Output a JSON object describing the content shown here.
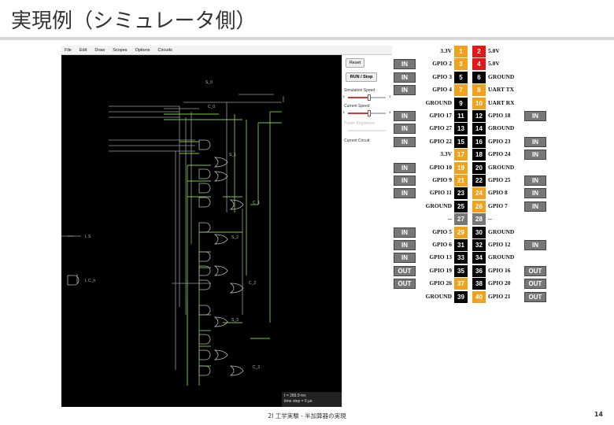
{
  "slide": {
    "title": "実現例（シミュレータ側）",
    "footer": "2I 工学実験 - 半加算器の実現",
    "page": "14"
  },
  "menu": [
    "File",
    "Edit",
    "Draw",
    "Scopes",
    "Options",
    "Circuits"
  ],
  "sidebar": {
    "reset_label": "Reset",
    "run_label": "RUN / Stop",
    "sim_speed_label": "Simulation Speed",
    "current_speed_label": "Current Speed",
    "power_brightness_label": "Power Brightness",
    "current_circuit_label": "Current Circuit:"
  },
  "time": {
    "t": "t = 289.9 ms",
    "step": "time step = 5 µs"
  },
  "circuit_labels": {
    "s0": "S_0",
    "c0": "C_0",
    "s1": "S_1",
    "c1": "C_1",
    "s2": "S_2",
    "c2": "C_2",
    "s3": "S_3",
    "c3": "C_3",
    "ls": "L S",
    "lcn": "L C_n"
  },
  "gpio_rows": [
    {
      "left_btn": "",
      "left_name": "3.3V",
      "left_pin": "1",
      "left_color": "orange",
      "right_pin": "2",
      "right_color": "red",
      "right_name": "5.0V",
      "right_btn": ""
    },
    {
      "left_btn": "IN",
      "left_name": "GPIO 2",
      "left_pin": "3",
      "left_color": "orange",
      "right_pin": "4",
      "right_color": "red",
      "right_name": "5.0V",
      "right_btn": ""
    },
    {
      "left_btn": "IN",
      "left_name": "GPIO 3",
      "left_pin": "5",
      "left_color": "black",
      "right_pin": "6",
      "right_color": "black",
      "right_name": "GROUND",
      "right_btn": ""
    },
    {
      "left_btn": "IN",
      "left_name": "GPIO 4",
      "left_pin": "7",
      "left_color": "orange",
      "right_pin": "8",
      "right_color": "orange",
      "right_name": "UART TX",
      "right_btn": ""
    },
    {
      "left_btn": "",
      "left_name": "GROUND",
      "left_pin": "9",
      "left_color": "black",
      "right_pin": "10",
      "right_color": "orange",
      "right_name": "UART RX",
      "right_btn": ""
    },
    {
      "left_btn": "IN",
      "left_name": "GPIO 17",
      "left_pin": "11",
      "left_color": "black",
      "right_pin": "12",
      "right_color": "black",
      "right_name": "GPIO 18",
      "right_btn": "IN"
    },
    {
      "left_btn": "IN",
      "left_name": "GPIO 27",
      "left_pin": "13",
      "left_color": "black",
      "right_pin": "14",
      "right_color": "black",
      "right_name": "GROUND",
      "right_btn": ""
    },
    {
      "left_btn": "IN",
      "left_name": "GPIO 22",
      "left_pin": "15",
      "left_color": "black",
      "right_pin": "16",
      "right_color": "black",
      "right_name": "GPIO 23",
      "right_btn": "IN"
    },
    {
      "left_btn": "",
      "left_name": "3.3V",
      "left_pin": "17",
      "left_color": "orange",
      "right_pin": "18",
      "right_color": "black",
      "right_name": "GPIO 24",
      "right_btn": "IN"
    },
    {
      "left_btn": "IN",
      "left_name": "GPIO 10",
      "left_pin": "19",
      "left_color": "orange",
      "right_pin": "20",
      "right_color": "black",
      "right_name": "GROUND",
      "right_btn": ""
    },
    {
      "left_btn": "IN",
      "left_name": "GPIO 9",
      "left_pin": "21",
      "left_color": "orange",
      "right_pin": "22",
      "right_color": "black",
      "right_name": "GPIO 25",
      "right_btn": "IN"
    },
    {
      "left_btn": "IN",
      "left_name": "GPIO 11",
      "left_pin": "23",
      "left_color": "black",
      "right_pin": "24",
      "right_color": "orange",
      "right_name": "GPIO 8",
      "right_btn": "IN"
    },
    {
      "left_btn": "",
      "left_name": "GROUND",
      "left_pin": "25",
      "left_color": "black",
      "right_pin": "26",
      "right_color": "orange",
      "right_name": "GPIO 7",
      "right_btn": "IN"
    },
    {
      "left_btn": "",
      "left_name": "--",
      "left_pin": "27",
      "left_color": "gray",
      "right_pin": "28",
      "right_color": "gray",
      "right_name": "--",
      "right_btn": ""
    },
    {
      "left_btn": "IN",
      "left_name": "GPIO 5",
      "left_pin": "29",
      "left_color": "orange",
      "right_pin": "30",
      "right_color": "black",
      "right_name": "GROUND",
      "right_btn": ""
    },
    {
      "left_btn": "IN",
      "left_name": "GPIO 6",
      "left_pin": "31",
      "left_color": "black",
      "right_pin": "32",
      "right_color": "black",
      "right_name": "GPIO 12",
      "right_btn": "IN"
    },
    {
      "left_btn": "IN",
      "left_name": "GPIO 13",
      "left_pin": "33",
      "left_color": "black",
      "right_pin": "34",
      "right_color": "black",
      "right_name": "GROUND",
      "right_btn": ""
    },
    {
      "left_btn": "OUT",
      "left_name": "GPIO 19",
      "left_pin": "35",
      "left_color": "black",
      "right_pin": "36",
      "right_color": "black",
      "right_name": "GPIO 16",
      "right_btn": "OUT"
    },
    {
      "left_btn": "OUT",
      "left_name": "GPIO 26",
      "left_pin": "37",
      "left_color": "orange",
      "right_pin": "38",
      "right_color": "black",
      "right_name": "GPIO 20",
      "right_btn": "OUT"
    },
    {
      "left_btn": "",
      "left_name": "GROUND",
      "left_pin": "39",
      "left_color": "black",
      "right_pin": "40",
      "right_color": "orange",
      "right_name": "GPIO 21",
      "right_btn": "OUT"
    }
  ]
}
